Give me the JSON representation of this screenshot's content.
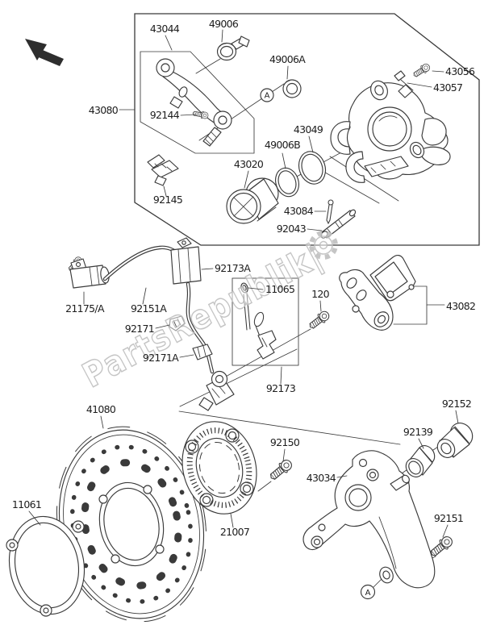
{
  "diagram_title": "Rear brake exploded parts diagram",
  "watermark": {
    "text": "PartsRepublik|",
    "gear_icon": "gear-icon"
  },
  "refs": {
    "top": "A",
    "bottom": "A"
  },
  "colors": {
    "line": "#3a3a3a",
    "watermark": "#bfbfbf",
    "arrow": "#2e2e2e",
    "background": "#ffffff"
  },
  "parts": [
    {
      "number": "43044"
    },
    {
      "number": "49006"
    },
    {
      "number": "49006A"
    },
    {
      "number": "43056"
    },
    {
      "number": "43057"
    },
    {
      "number": "43080"
    },
    {
      "number": "92144"
    },
    {
      "number": "92145"
    },
    {
      "number": "43049"
    },
    {
      "number": "49006B"
    },
    {
      "number": "43020"
    },
    {
      "number": "43084"
    },
    {
      "number": "92043"
    },
    {
      "number": "92173A"
    },
    {
      "number": "21175/A"
    },
    {
      "number": "92151A"
    },
    {
      "number": "92171"
    },
    {
      "number": "92171A"
    },
    {
      "number": "11065"
    },
    {
      "number": "120"
    },
    {
      "number": "43082"
    },
    {
      "number": "92173"
    },
    {
      "number": "41080"
    },
    {
      "number": "11061"
    },
    {
      "number": "21007"
    },
    {
      "number": "92150"
    },
    {
      "number": "92139"
    },
    {
      "number": "92152"
    },
    {
      "number": "43034"
    },
    {
      "number": "92151"
    }
  ]
}
